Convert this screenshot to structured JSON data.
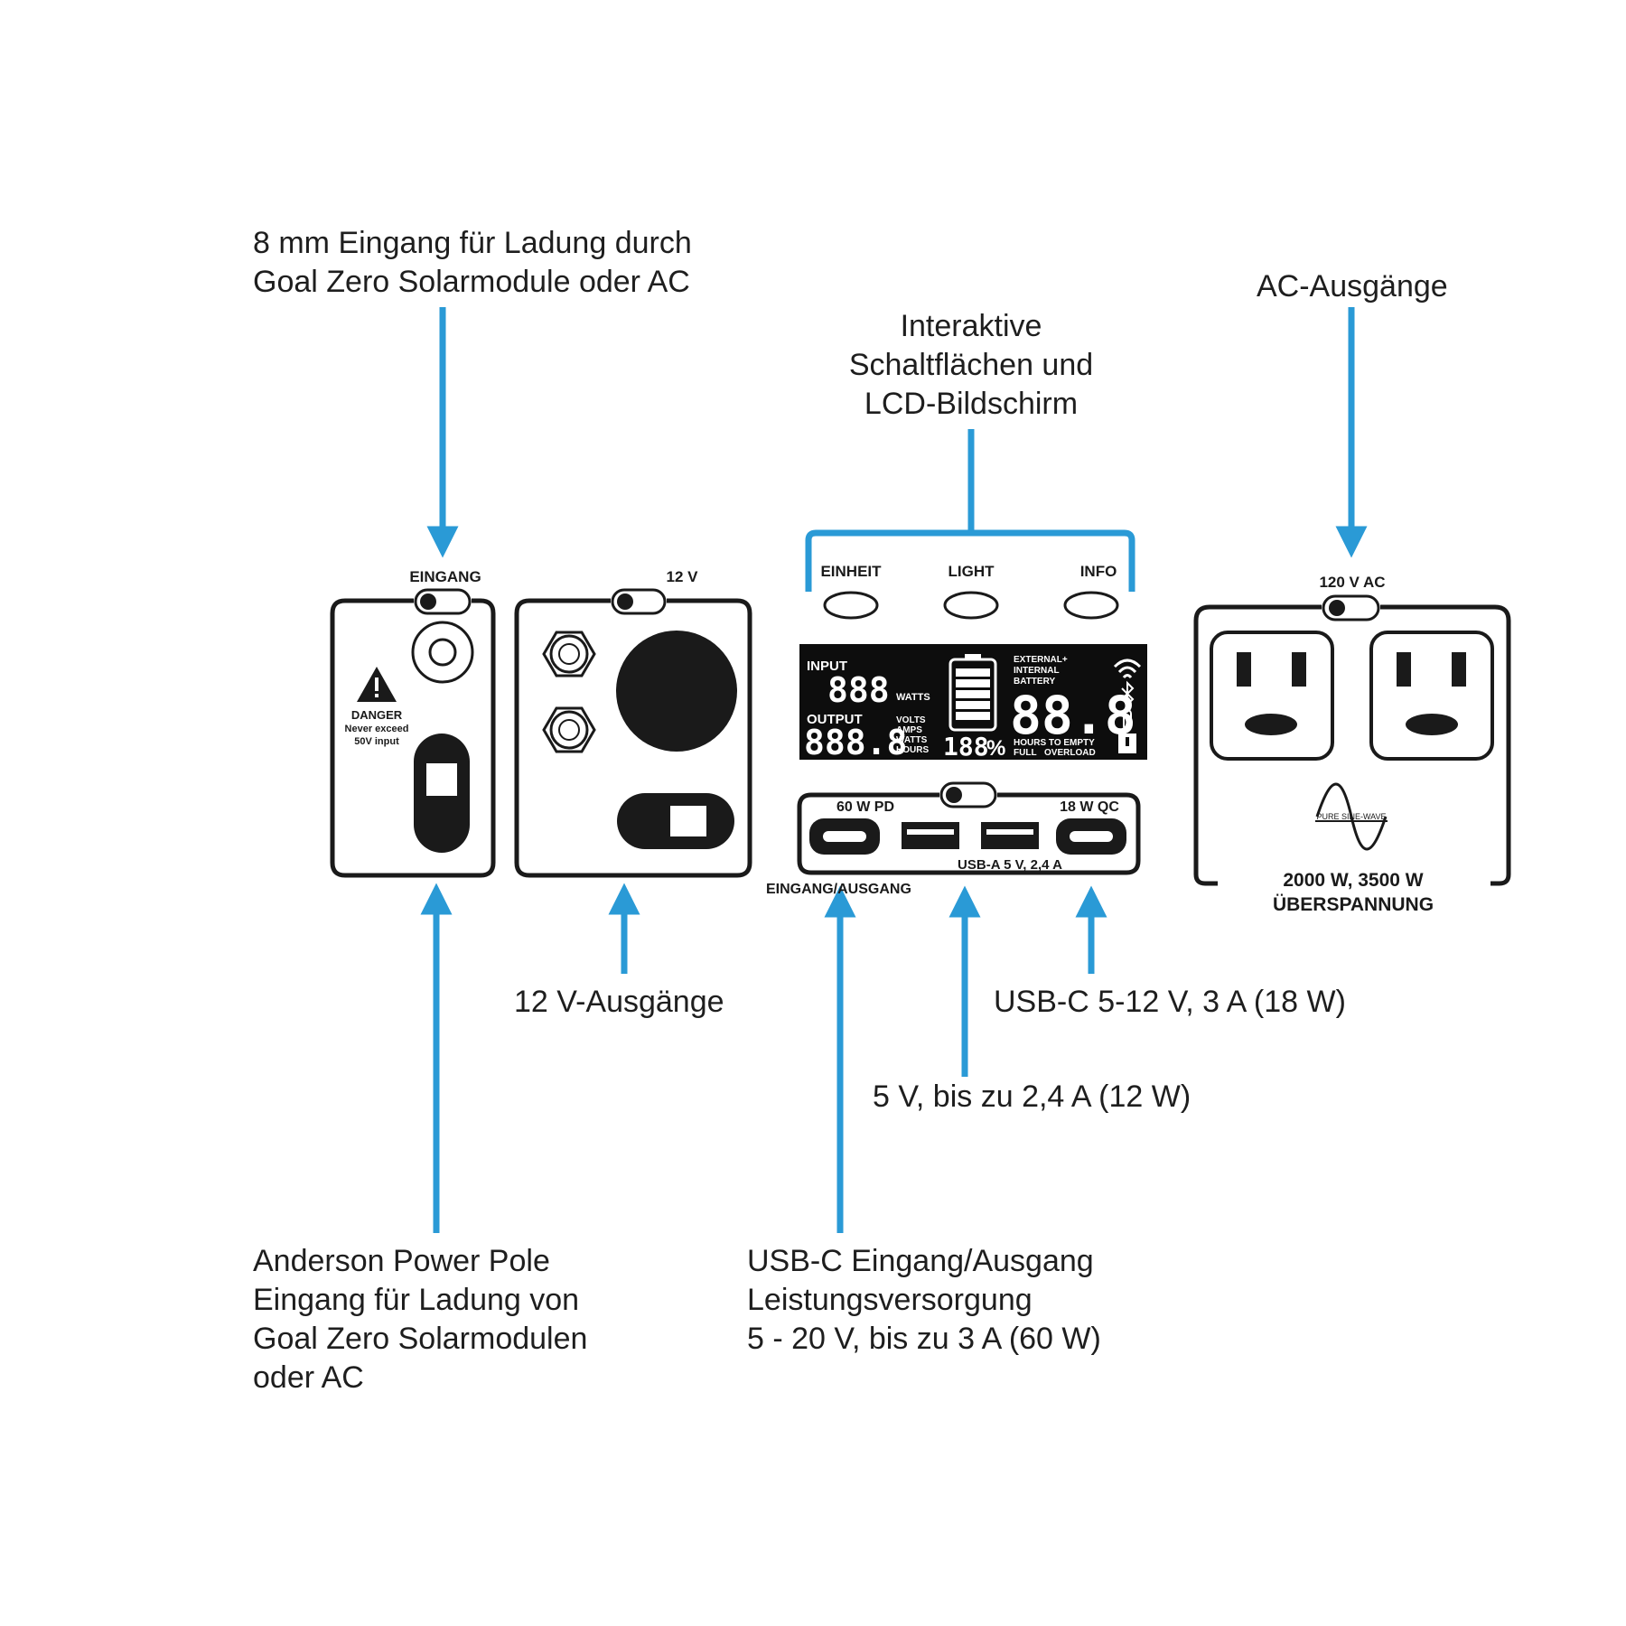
{
  "callouts": {
    "input_8mm": [
      "8 mm Eingang für Ladung durch",
      "Goal Zero Solarmodule oder AC"
    ],
    "buttons_lcd": [
      "Interaktive",
      "Schaltflächen und",
      "LCD-Bildschirm"
    ],
    "ac_outputs": [
      "AC-Ausgänge"
    ],
    "outputs_12v": [
      "12 V-Ausgänge"
    ],
    "usbc_18w": [
      "USB-C 5-12 V, 3 A (18 W)"
    ],
    "usba_5v": [
      "5 V, bis zu 2,4 A (12 W)"
    ],
    "anderson": [
      "Anderson Power Pole",
      "Eingang für Ladung von",
      "Goal Zero Solarmodulen",
      "oder AC"
    ],
    "usbc_pd": [
      "USB-C Eingang/Ausgang",
      "Leistungsversorgung",
      "5 - 20 V, bis zu 3 A (60 W)"
    ]
  },
  "panels": {
    "input_panel": {
      "label": "EINGANG",
      "danger_title": "DANGER",
      "danger_line1": "Never exceed",
      "danger_line2": "50V   input"
    },
    "dc_panel": {
      "label": "12 V"
    },
    "center_panel": {
      "buttons": [
        "EINHEIT",
        "LIGHT",
        "INFO"
      ],
      "usb_labels": {
        "pd": "60 W PD",
        "qc": "18 W QC",
        "usba": "USB-A 5 V, 2,4 A",
        "in_out": "EINGANG/AUSGANG"
      }
    },
    "ac_panel": {
      "label": "120 V AC",
      "sine_label": "PURE SINE-WAVE",
      "rating_line1": "2000 W, 3500 W",
      "rating_line2": "ÜBERSPANNUNG"
    }
  },
  "lcd": {
    "input_label": "INPUT",
    "input_value": "888",
    "watts_label": "WATTS",
    "output_label": "OUTPUT",
    "output_value": "888.8",
    "units": [
      "VOLTS",
      "AMPS",
      "WATTS",
      "HOURS"
    ],
    "percent_value": "188",
    "percent_sign": "%",
    "battery_label_1": "EXTERNAL+",
    "battery_label_2": "INTERNAL",
    "battery_label_3": "BATTERY",
    "big_value": "88.8",
    "hours_to_empty": "HOURS TO EMPTY",
    "full_label": "FULL",
    "overload_label": "OVERLOAD"
  },
  "colors": {
    "arrow": "#2a9ad6",
    "line": "#1a1a1a",
    "lcd_bg": "#0d0d0d",
    "lcd_fg": "#ffffff"
  }
}
